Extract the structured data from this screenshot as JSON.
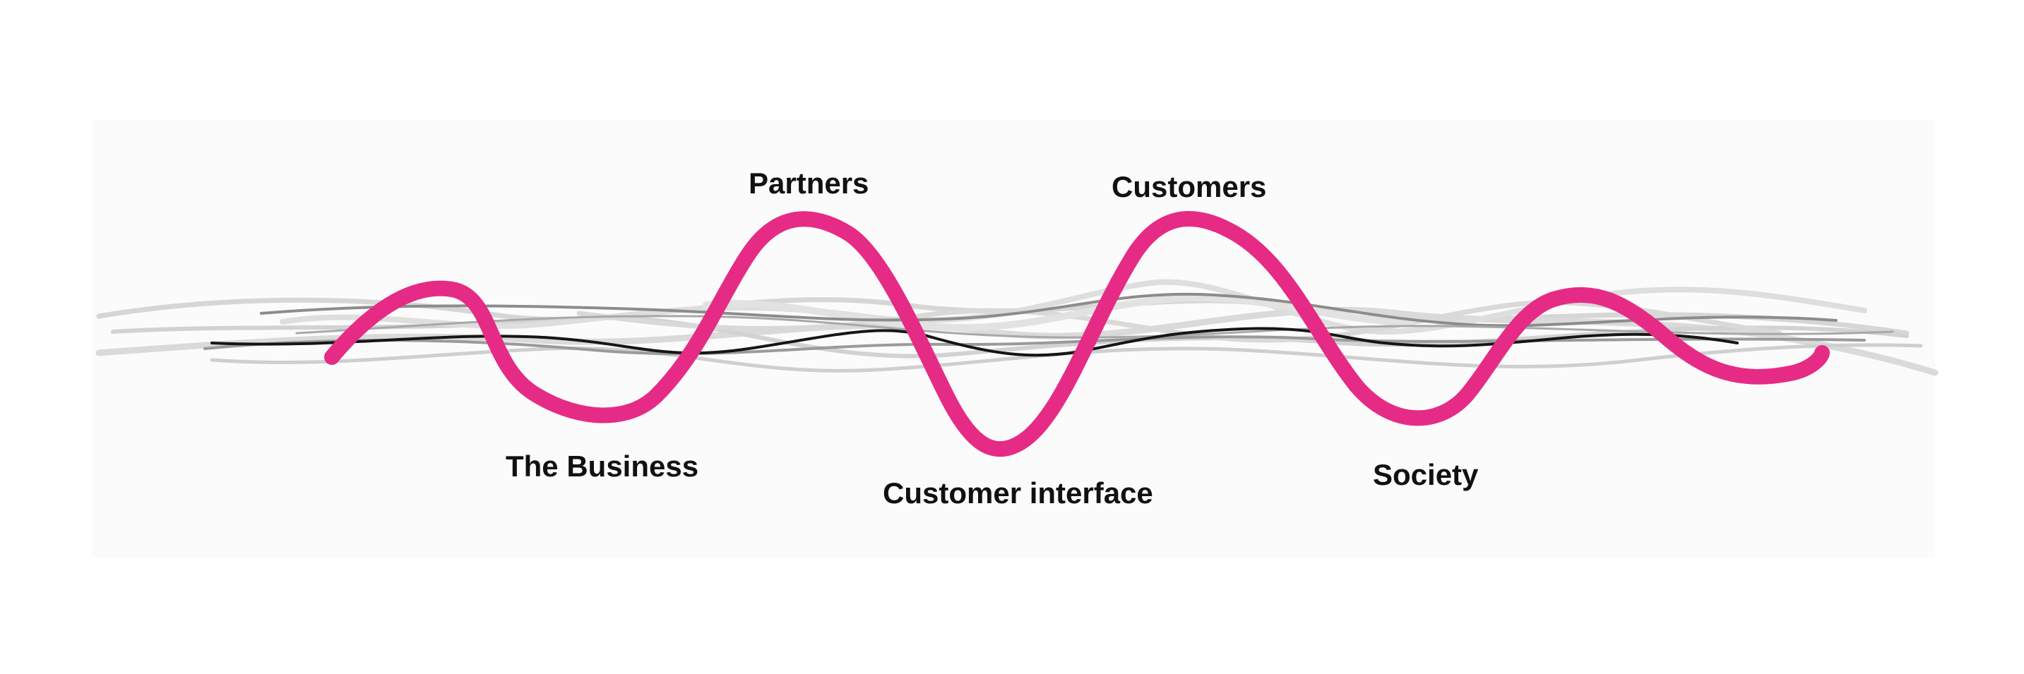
{
  "labels": {
    "partners": "Partners",
    "customers": "Customers",
    "the_business": "The Business",
    "customer_interface": "Customer interface",
    "society": "Society"
  },
  "colors": {
    "accent_wave": "#e62b86",
    "dark_wave": "#151515",
    "mid_wave": "#8c8c8c",
    "light_wave": "#d0d0d0",
    "label_text": "#111111"
  }
}
